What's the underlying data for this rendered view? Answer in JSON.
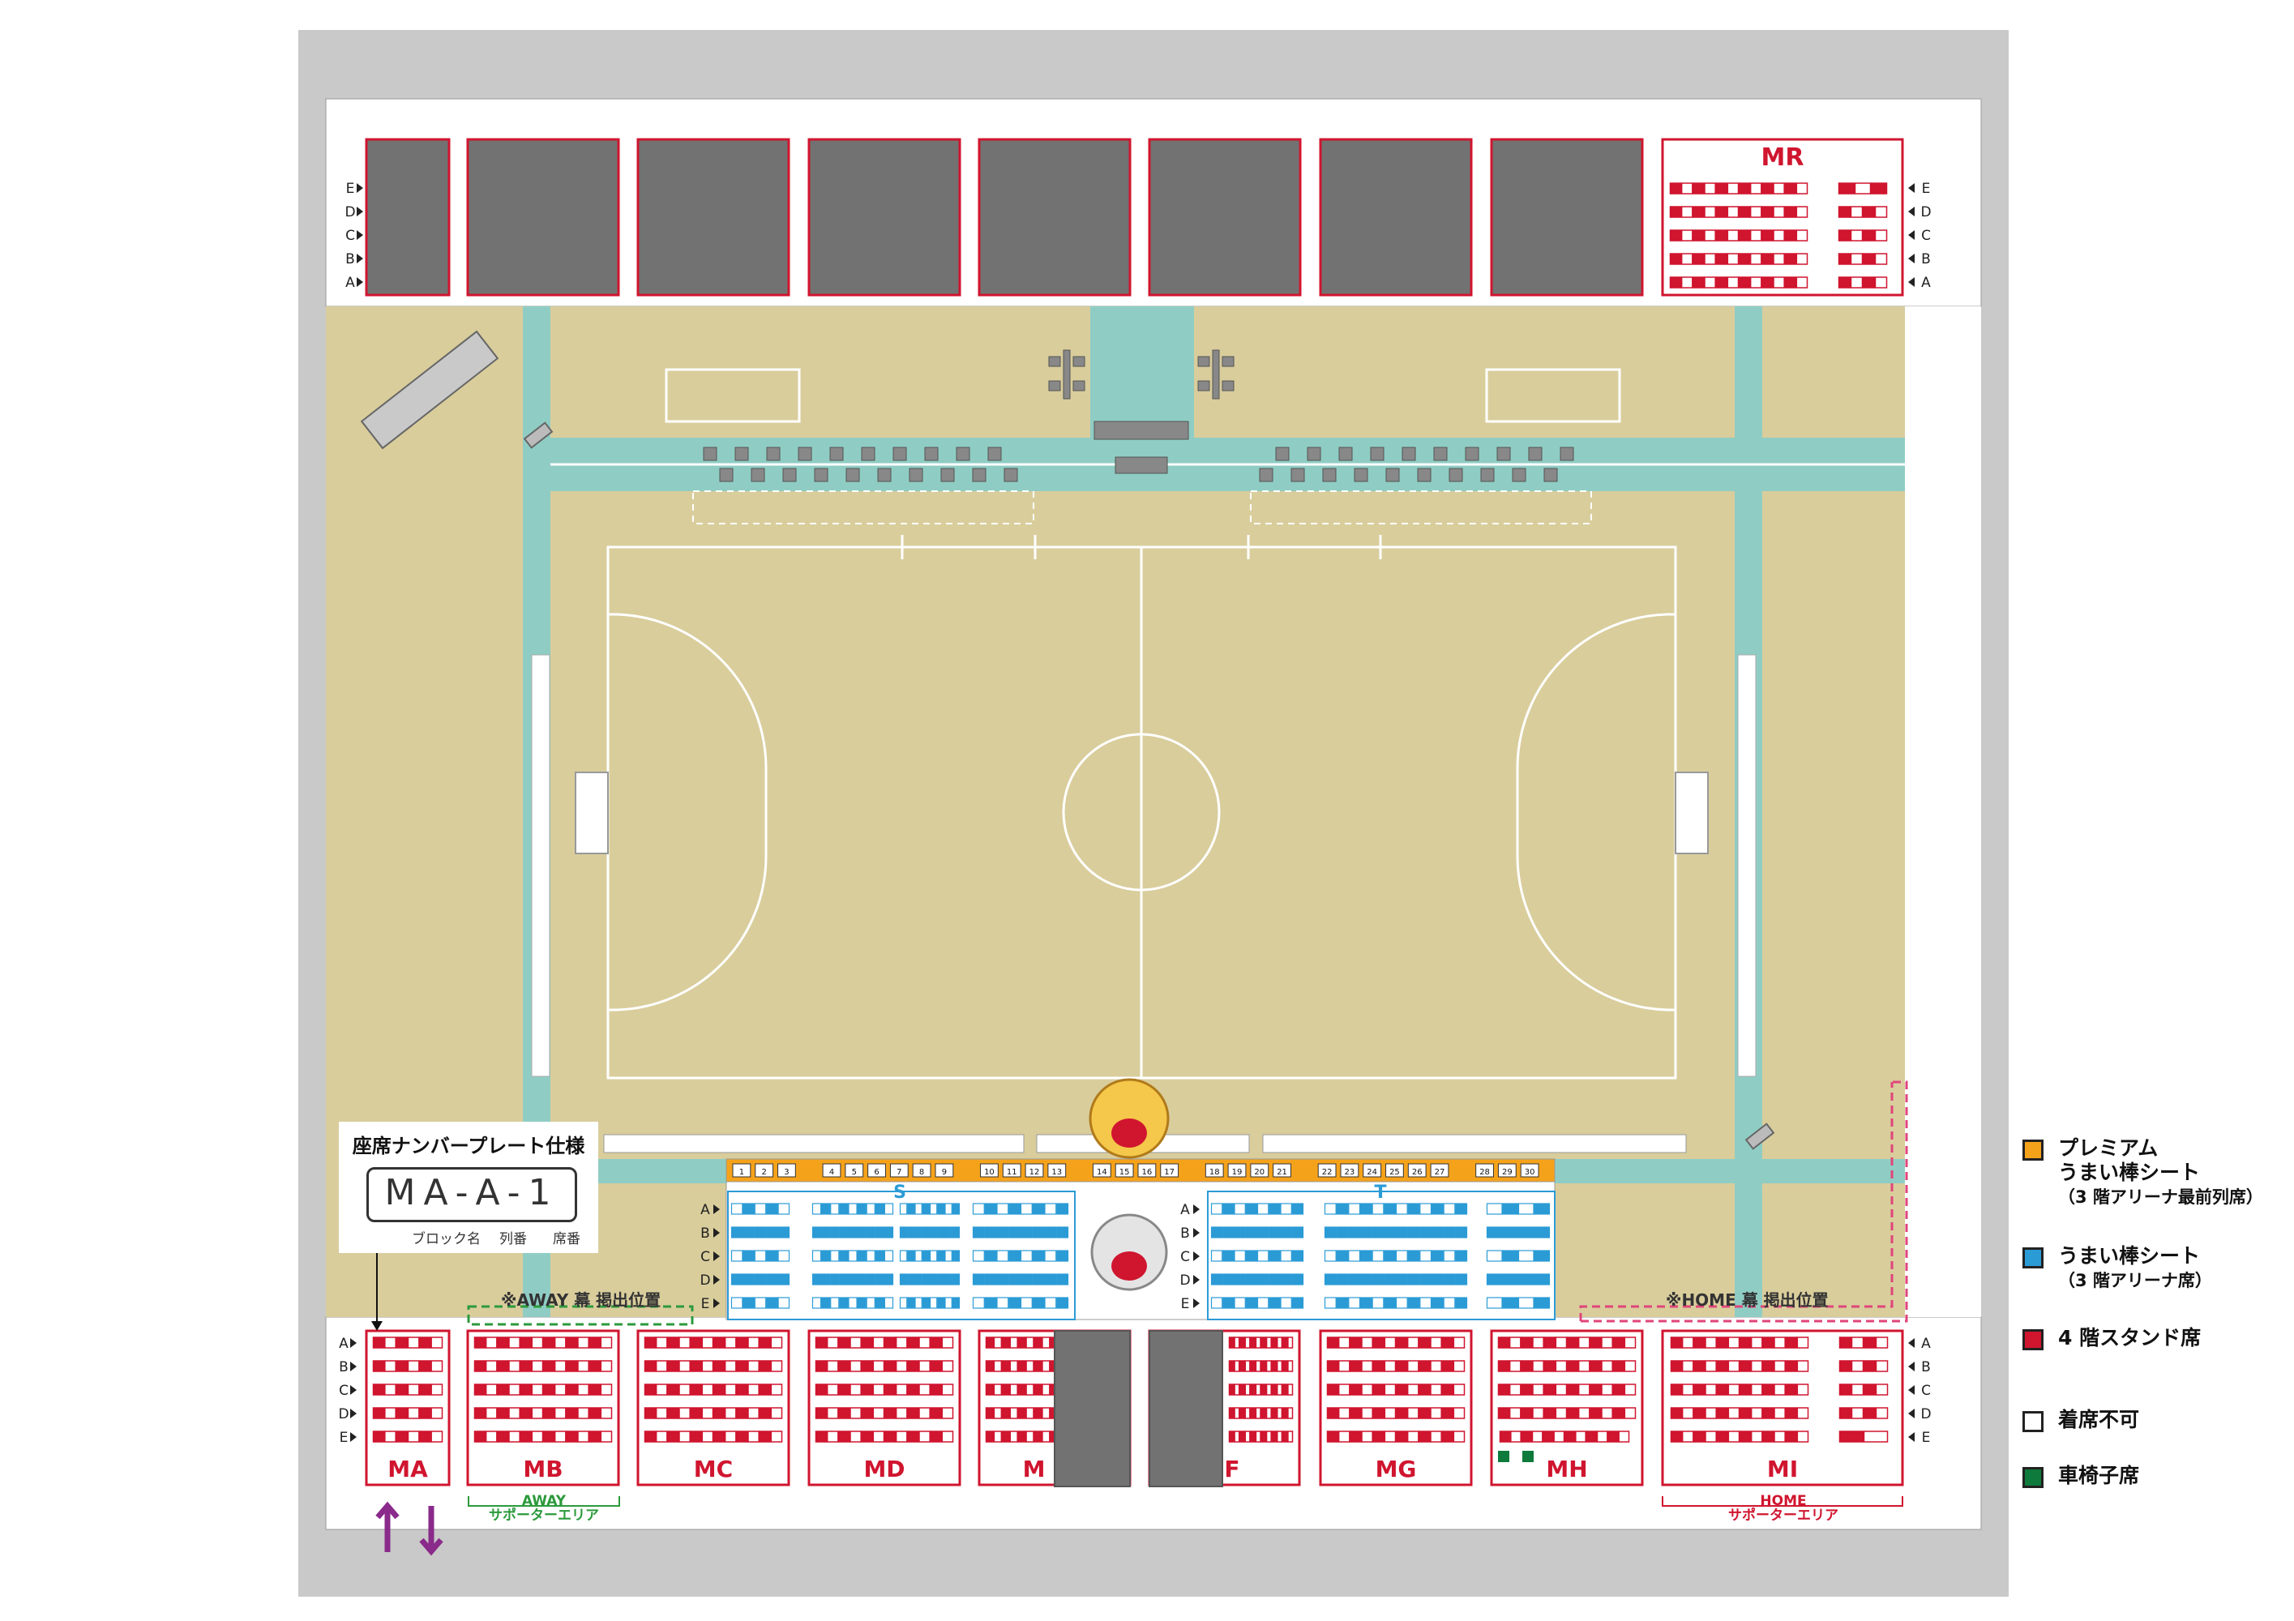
{
  "blocks": {
    "top_right": "MR",
    "bottom": [
      "MA",
      "MB",
      "MC",
      "MD",
      "M",
      "F",
      "MG",
      "MH",
      "MI"
    ]
  },
  "row_letters": [
    "E",
    "D",
    "C",
    "B",
    "A"
  ],
  "row_letters_bottom": [
    "A",
    "B",
    "C",
    "D",
    "E"
  ],
  "arena_sections": {
    "left": "S",
    "right": "T"
  },
  "plate": {
    "title": "座席ナンバープレート仕様",
    "code": "MA-A-1",
    "block_label": "ブロック名",
    "row_label": "列番",
    "seat_label": "席番"
  },
  "banners": {
    "away": "※AWAY 幕 掲出位置",
    "home": "※HOME 幕 掲出位置"
  },
  "supporter_areas": {
    "away_title": "AWAY",
    "away_sub": "サポーターエリア",
    "home_title": "HOME",
    "home_sub": "サポーターエリア"
  },
  "legend": [
    {
      "label": "プレミアム\nうまい棒シート",
      "sub": "（3 階アリーナ最前列席）",
      "color": "#f5a21b"
    },
    {
      "label": "うまい棒シート",
      "sub": "（3 階アリーナ席）",
      "color": "#2b9bd6"
    },
    {
      "label": "4 階スタンド席",
      "sub": "",
      "color": "#d0152f"
    },
    {
      "label": "着席不可",
      "sub": "",
      "color": "#ffffff"
    },
    {
      "label": "車椅子席",
      "sub": "",
      "color": "#0e7a3c"
    }
  ],
  "colors": {
    "outer": "#c8c9c8",
    "floor": "#d9cd9c",
    "aisle": "#8fcdc4",
    "stand_red": "#d0152f",
    "premium_orange": "#f5a21b",
    "seat_blue": "#2b9bd6",
    "dark_block": "#727272",
    "accent_purple": "#8a2a8a",
    "away_green": "#2c9a3c",
    "home_pink": "#e0457a"
  },
  "premium_seat_numbers": [
    "1",
    "2",
    "3",
    "",
    "4",
    "5",
    "6",
    "7",
    "8",
    "9",
    "",
    "10",
    "11",
    "12",
    "13",
    "",
    "14",
    "15",
    "16",
    "17",
    "",
    "18",
    "19",
    "20",
    "21",
    "",
    "22",
    "23",
    "24",
    "25",
    "26",
    "27",
    "",
    "28",
    "29",
    "30"
  ]
}
